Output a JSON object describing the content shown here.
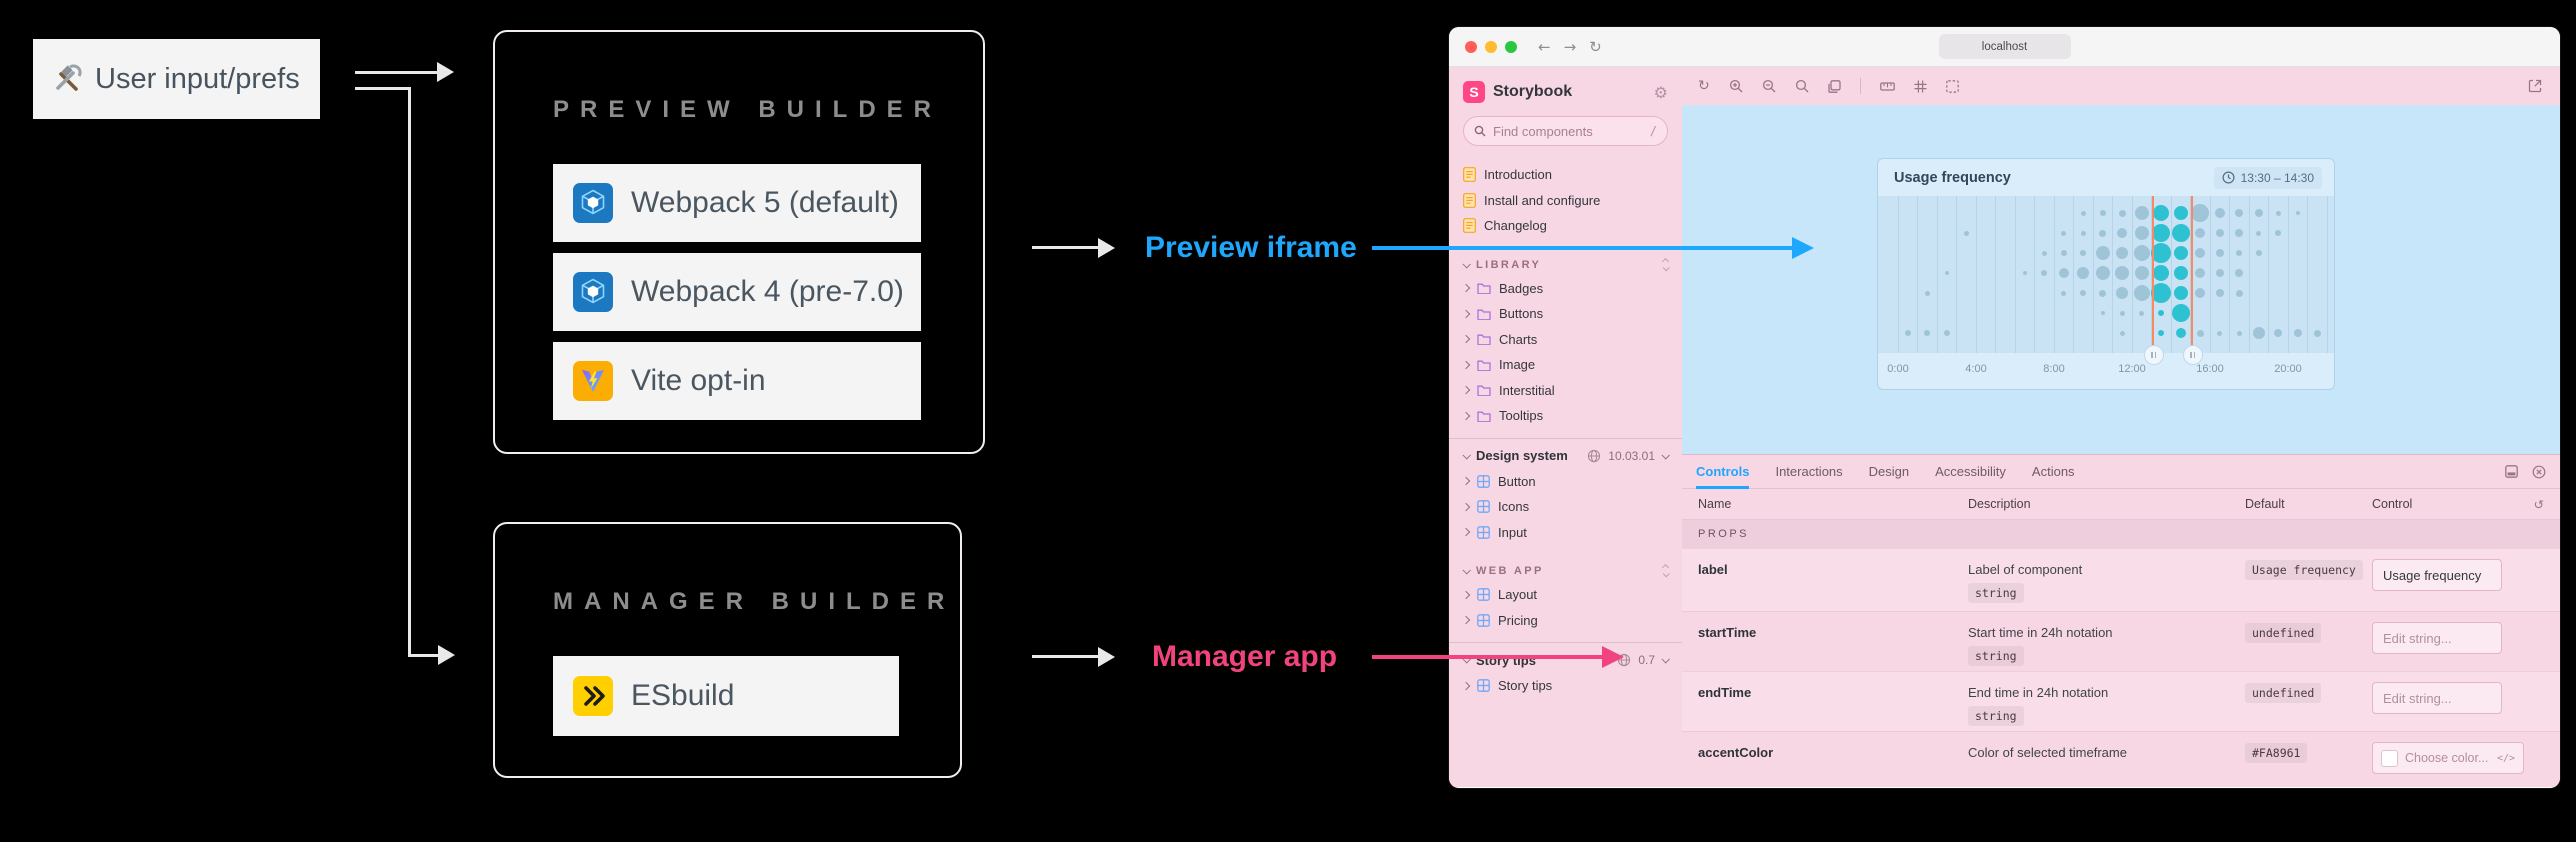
{
  "diagram": {
    "user_box": {
      "label": "User input/prefs",
      "icon": "tools-icon"
    },
    "preview_builder": {
      "title": "PREVIEW BUILDER",
      "items": [
        {
          "icon": "webpack-icon",
          "label": "Webpack 5 (default)"
        },
        {
          "icon": "webpack-icon",
          "label": "Webpack 4 (pre-7.0)"
        },
        {
          "icon": "vite-icon",
          "label": "Vite opt-in"
        }
      ]
    },
    "manager_builder": {
      "title": "MANAGER BUILDER",
      "items": [
        {
          "icon": "esbuild-icon",
          "label": "ESbuild"
        }
      ]
    },
    "preview_iframe_label": {
      "text": "Preview iframe",
      "color": "#1EA7FD"
    },
    "manager_app_label": {
      "text": "Manager app",
      "color": "#F1437F"
    }
  },
  "browser": {
    "url": "localhost",
    "traffic_lights": [
      "#FF5F57",
      "#FEBC2E",
      "#28C840"
    ],
    "nav": {
      "back": "←",
      "forward": "→",
      "reload": "↻"
    }
  },
  "sidebar": {
    "brand": "Storybook",
    "search": {
      "placeholder": "Find components",
      "shortcut": "/"
    },
    "docs": [
      {
        "label": "Introduction"
      },
      {
        "label": "Install and configure"
      },
      {
        "label": "Changelog"
      }
    ],
    "library": {
      "title": "LIBRARY",
      "items": [
        {
          "label": "Badges"
        },
        {
          "label": "Buttons"
        },
        {
          "label": "Charts"
        },
        {
          "label": "Image"
        },
        {
          "label": "Interstitial"
        },
        {
          "label": "Tooltips"
        }
      ]
    },
    "design_system": {
      "title": "Design system",
      "version": "10.03.01",
      "items": [
        {
          "label": "Button"
        },
        {
          "label": "Icons"
        },
        {
          "label": "Input"
        }
      ]
    },
    "web_app": {
      "title": "WEB APP",
      "items": [
        {
          "label": "Layout"
        },
        {
          "label": "Pricing"
        }
      ]
    },
    "story_tips": {
      "title": "Story tips",
      "version": "0.7",
      "items": [
        {
          "label": "Story tips"
        }
      ]
    }
  },
  "toolbar": {
    "left_icons": [
      "remount-icon",
      "zoom-in-icon",
      "zoom-out-icon",
      "zoom-reset-icon",
      "background-icon",
      "divider",
      "measure-icon",
      "grid-icon",
      "outline-icon"
    ],
    "right_icons": [
      "open-external-icon"
    ]
  },
  "chart_data": {
    "type": "bubble",
    "title": "Usage frequency",
    "time_badge": "13:30 – 14:30",
    "x_ticks": [
      "0:00",
      "4:00",
      "8:00",
      "12:00",
      "16:00",
      "20:00"
    ],
    "x_tick_hours": [
      0,
      4,
      8,
      12,
      16,
      20
    ],
    "hours_range": [
      0,
      22
    ],
    "rows": 7,
    "selection": {
      "start": "13:30",
      "end": "14:30",
      "line_hours": [
        13,
        15
      ],
      "color": "#FA8961"
    },
    "dot_colors": {
      "default": "#9FC4D8",
      "selected": "#2EC1D2"
    },
    "columns": [
      {
        "h": 0,
        "dots": [
          [
            6,
            3
          ]
        ]
      },
      {
        "h": 1,
        "dots": [
          [
            4,
            2.5
          ],
          [
            6,
            3
          ]
        ]
      },
      {
        "h": 2,
        "dots": [
          [
            3,
            2
          ],
          [
            6,
            3
          ]
        ]
      },
      {
        "h": 3,
        "dots": [
          [
            1,
            2.5
          ]
        ]
      },
      {
        "h": 6,
        "dots": [
          [
            3,
            2
          ]
        ]
      },
      {
        "h": 7,
        "dots": [
          [
            2,
            2.5
          ],
          [
            3,
            3
          ]
        ]
      },
      {
        "h": 8,
        "dots": [
          [
            1,
            2.5
          ],
          [
            2,
            3
          ],
          [
            3,
            5
          ],
          [
            4,
            2.5
          ]
        ]
      },
      {
        "h": 9,
        "dots": [
          [
            0,
            2.5
          ],
          [
            1,
            2.5
          ],
          [
            2,
            3
          ],
          [
            3,
            6
          ],
          [
            4,
            3
          ]
        ]
      },
      {
        "h": 10,
        "dots": [
          [
            0,
            3
          ],
          [
            1,
            3.5
          ],
          [
            2,
            7
          ],
          [
            3,
            7
          ],
          [
            4,
            3.5
          ],
          [
            5,
            2
          ]
        ]
      },
      {
        "h": 11,
        "dots": [
          [
            0,
            3.5
          ],
          [
            1,
            5
          ],
          [
            2,
            6
          ],
          [
            3,
            7
          ],
          [
            4,
            6
          ],
          [
            5,
            2.5
          ],
          [
            6,
            2.5
          ]
        ]
      },
      {
        "h": 12,
        "dots": [
          [
            0,
            7
          ],
          [
            1,
            7
          ],
          [
            2,
            8
          ],
          [
            3,
            7
          ],
          [
            4,
            8
          ],
          [
            5,
            2.5
          ]
        ]
      },
      {
        "h": 13,
        "teal": true,
        "dots": [
          [
            0,
            8
          ],
          [
            1,
            9
          ],
          [
            2,
            10
          ],
          [
            3,
            8
          ],
          [
            4,
            10
          ],
          [
            5,
            3
          ],
          [
            6,
            3
          ]
        ]
      },
      {
        "h": 14,
        "teal": true,
        "dots": [
          [
            0,
            7
          ],
          [
            1,
            9
          ],
          [
            2,
            7
          ],
          [
            3,
            7
          ],
          [
            4,
            7
          ],
          [
            5,
            9
          ],
          [
            6,
            5
          ]
        ]
      },
      {
        "h": 15,
        "dots": [
          [
            0,
            9
          ],
          [
            1,
            5
          ],
          [
            2,
            5
          ],
          [
            3,
            5
          ],
          [
            4,
            5
          ],
          [
            6,
            3.5
          ]
        ]
      },
      {
        "h": 16,
        "dots": [
          [
            0,
            5
          ],
          [
            1,
            4
          ],
          [
            2,
            4
          ],
          [
            3,
            4
          ],
          [
            4,
            4
          ],
          [
            6,
            2.5
          ]
        ]
      },
      {
        "h": 17,
        "dots": [
          [
            0,
            4
          ],
          [
            1,
            4
          ],
          [
            2,
            3
          ],
          [
            3,
            4
          ],
          [
            4,
            3.5
          ],
          [
            6,
            2.5
          ]
        ]
      },
      {
        "h": 18,
        "dots": [
          [
            0,
            4
          ],
          [
            1,
            2.5
          ],
          [
            2,
            3
          ],
          [
            6,
            6
          ]
        ]
      },
      {
        "h": 19,
        "dots": [
          [
            0,
            2.5
          ],
          [
            1,
            3
          ],
          [
            6,
            4
          ]
        ]
      },
      {
        "h": 20,
        "dots": [
          [
            0,
            2
          ],
          [
            6,
            4
          ]
        ]
      },
      {
        "h": 21,
        "dots": [
          [
            6,
            3.5
          ]
        ]
      }
    ]
  },
  "panel": {
    "tabs": [
      {
        "label": "Controls",
        "active": true
      },
      {
        "label": "Interactions",
        "active": false
      },
      {
        "label": "Design",
        "active": false
      },
      {
        "label": "Accessibility",
        "active": false
      },
      {
        "label": "Actions",
        "active": false
      }
    ],
    "columns": [
      "Name",
      "Description",
      "Default",
      "Control"
    ],
    "section": "PROPS",
    "rows": [
      {
        "name": "label",
        "description": "Label of component",
        "type": "string",
        "default": "Usage frequency",
        "control": {
          "kind": "text",
          "value": "Usage frequency",
          "placeholder": ""
        }
      },
      {
        "name": "startTime",
        "description": "Start time in 24h notation",
        "type": "string",
        "default": "undefined",
        "control": {
          "kind": "text",
          "value": "",
          "placeholder": "Edit string..."
        }
      },
      {
        "name": "endTime",
        "description": "End time in 24h notation",
        "type": "string",
        "default": "undefined",
        "control": {
          "kind": "text",
          "value": "",
          "placeholder": "Edit string..."
        }
      },
      {
        "name": "accentColor",
        "description": "Color of selected timeframe",
        "type": "",
        "default": "#FA8961",
        "control": {
          "kind": "color",
          "value": "",
          "placeholder": "Choose color..."
        }
      }
    ]
  },
  "colors": {
    "storybook_pink": "#FF4785",
    "storybook_blue": "#1EA7FD",
    "accent_orange": "#FA8961"
  }
}
